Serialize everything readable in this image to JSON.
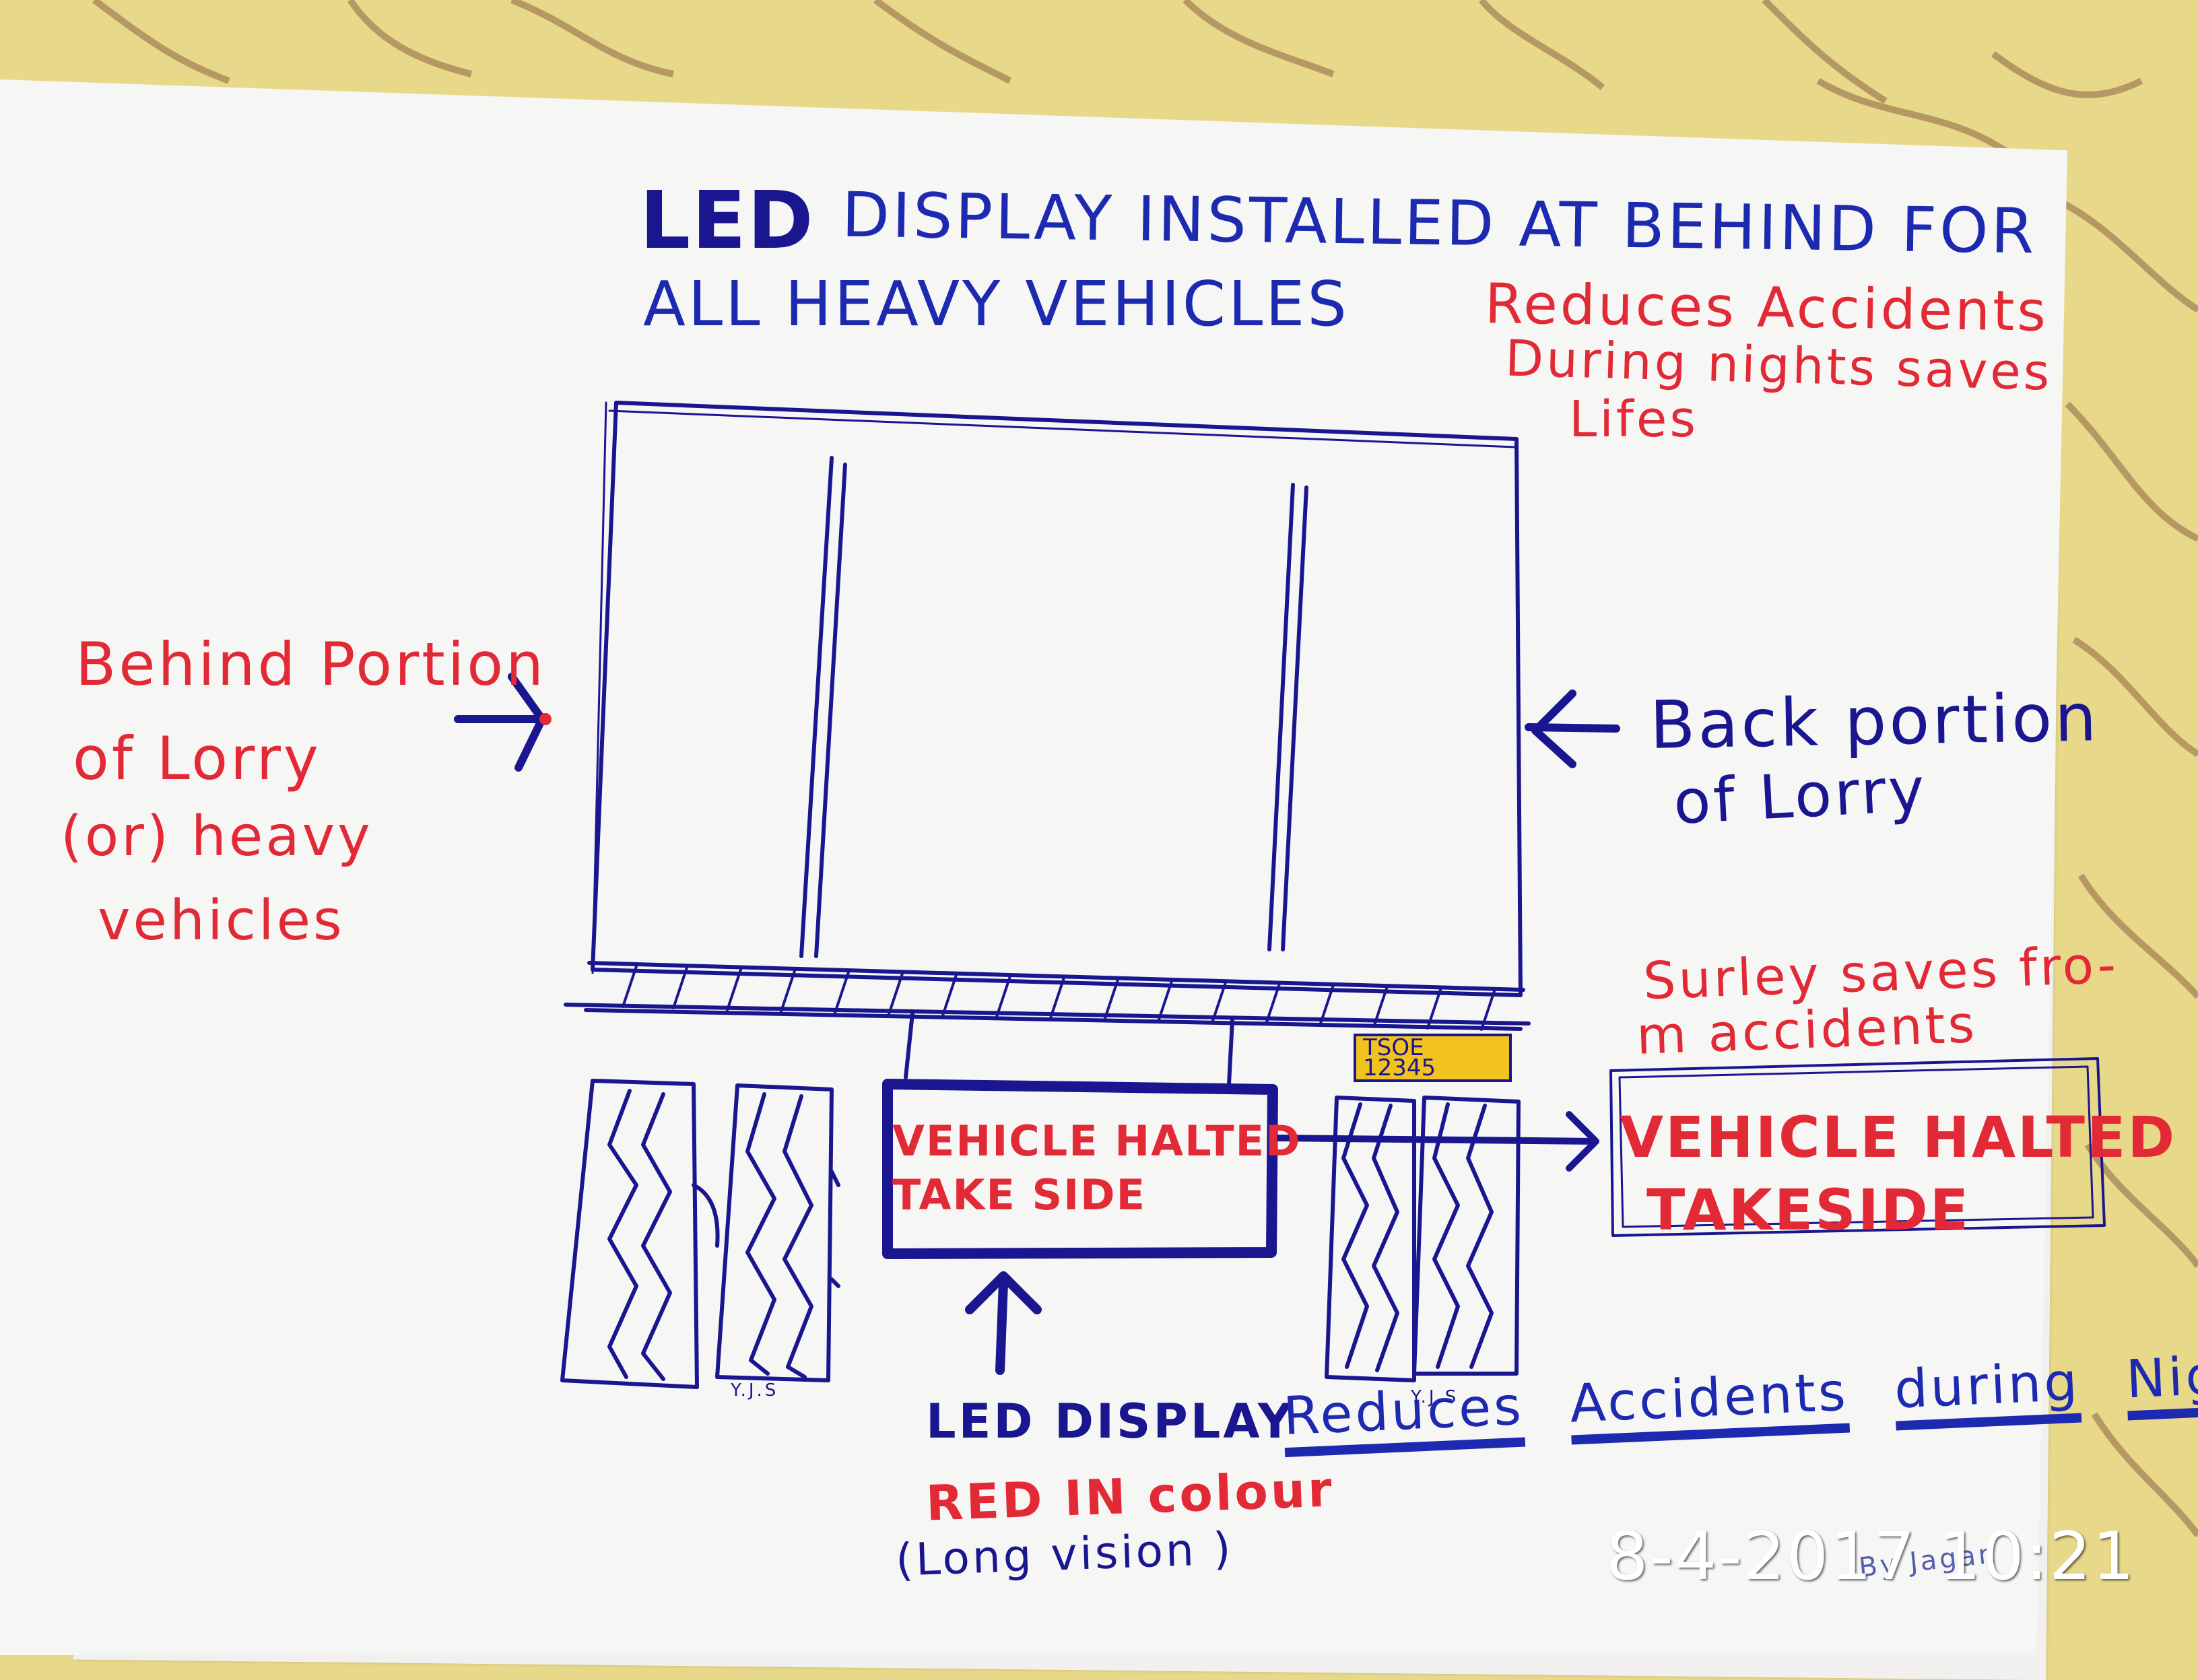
{
  "title": {
    "led": "LED",
    "rest": "DISPLAY INSTALLED AT BEHIND FOR",
    "line2": "ALL HEAVY VEHICLES"
  },
  "callout_top": [
    "Reduces Accidents",
    "During nights saves",
    "Lifes"
  ],
  "left_note": [
    "Behind Portion",
    "of Lorry",
    "(or) heavy",
    "vehicles"
  ],
  "right_note": [
    "Back portion",
    "of Lorry"
  ],
  "number_plate": [
    "TSOE",
    "12345"
  ],
  "sign_small": [
    "VEHICLE HALTED",
    "TAKE SIDE"
  ],
  "sign_large": [
    "VEHICLE HALTED",
    "TAKESIDE"
  ],
  "surely_note": [
    "Surley saves fro-",
    "m accidents"
  ],
  "bottom": {
    "led_display": "LED DISPLAY",
    "slogan": [
      "Reduces",
      "Accidents",
      "during",
      "Nights"
    ],
    "red_in_colour": "RED IN colour",
    "long_vision": "(Long vision )"
  },
  "tyre_mark": "Y.J.S",
  "signature": "By Jagan",
  "timestamp": "8-4-2017 10:21",
  "colors": {
    "ink_blue": "#1d2ab0",
    "ink_navy": "#1a1690",
    "ink_red": "#e22a36",
    "plate_yellow": "#f2c21e",
    "background_yellow": "#e8d98a",
    "paper": "#f6f6f5"
  }
}
